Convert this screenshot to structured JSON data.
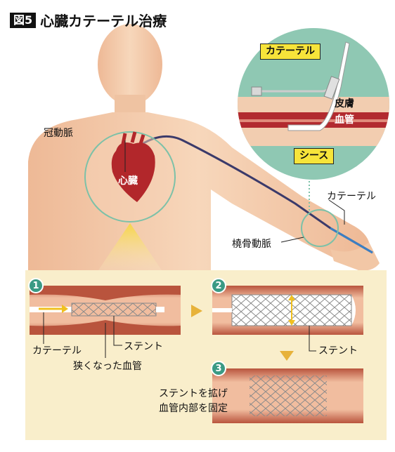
{
  "title": {
    "figure": "図5",
    "text": "心臓カテーテル治療"
  },
  "labels": {
    "coronary": "冠動脈",
    "heart": "心臓",
    "catheter_arm": "カテーテル",
    "radial_artery": "橈骨動脈",
    "catheter_inset": "カテーテル",
    "skin": "皮膚",
    "vessel": "血管",
    "sheath": "シース"
  },
  "steps": [
    {
      "num": "1",
      "catheter": "カテーテル",
      "stent": "ステント",
      "narrowed": "狭くなった血管"
    },
    {
      "num": "2",
      "stent": "ステント"
    },
    {
      "num": "3",
      "desc1": "ステントを拡げ",
      "desc2": "血管内部を固定"
    }
  ],
  "colors": {
    "skin": "#f4cfae",
    "panel_bg": "#f9eecb",
    "vessel_outer": "#c96a4e",
    "vessel_inner": "#f3c5a8",
    "heart": "#b2272b",
    "inset_bg": "#8fc8b3",
    "accent": "#f7e43a"
  }
}
